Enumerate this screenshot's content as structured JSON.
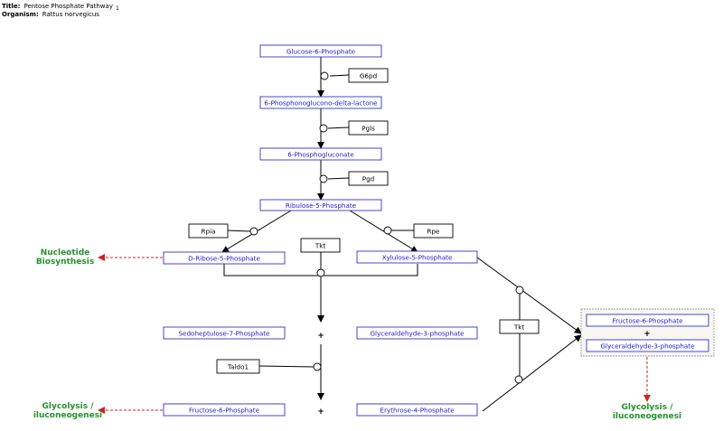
{
  "header": {
    "title_label": "Title:",
    "title_value": "Pentose Phosphate Pathway",
    "title_sup": "1",
    "organism_label": "Organism:",
    "organism_value": "Rattus norvegicus"
  },
  "metabolites": {
    "g6p": "Glucose-6-Phosphate",
    "pgl": "6-Phosphonoglucono-delta-lactone",
    "pg6": "6-Phosphogluconate",
    "ru5p": "Ribulose-5-Phosphate",
    "r5p": "D-Ribose-5-Phosphate",
    "xu5p": "Xylulose-5-Phosphate",
    "s7p": "Sedoheptulose-7-Phosphate",
    "gap1": "Glyceraldehyde-3-phosphate",
    "f6p1": "Fructose-6-Phosphate",
    "e4p": "Erythrose-4-Phosphate",
    "f6p2": "Fructose-6-Phosphate",
    "gap2": "Glyceraldehyde-3-phosphate"
  },
  "enzymes": {
    "g6pd": "G6pd",
    "pgls": "Pgls",
    "pgd": "Pgd",
    "rpia": "Rpia",
    "rpe": "Rpe",
    "tkt1": "Tkt",
    "taldo1": "Taldo1",
    "tkt2": "Tkt"
  },
  "external": {
    "nucleotide_line1": "Nucleotide",
    "nucleotide_line2": "Biosynthesis",
    "glyco_left_line1": "Glycolysis /",
    "glyco_left_line2": "iluconeogenesi",
    "glyco_right_line1": "Glycolysis /",
    "glyco_right_line2": "iluconeogenesi"
  },
  "symbols": {
    "plus1": "+",
    "plus2": "+",
    "plus3": "+"
  },
  "colors": {
    "metabolite_border": "#3333cc",
    "metabolite_text": "#1a1acc",
    "external_pathway": "#22922a",
    "external_arrow": "#cc2222",
    "group_background": "#f7f7f0"
  }
}
